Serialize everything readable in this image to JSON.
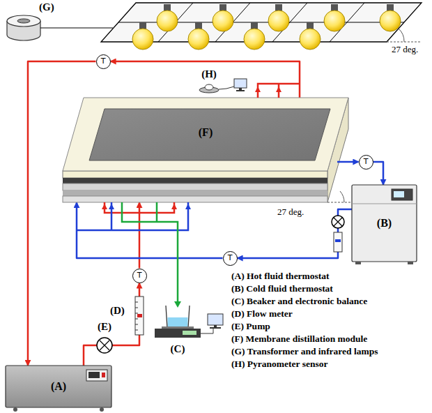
{
  "diagram": {
    "nodes": [
      {
        "text": [
          "T"
        ]
      },
      {
        "text": [
          "(F)"
        ]
      },
      {
        "text": [
          "T"
        ]
      },
      {
        "text": [
          "(B)"
        ]
      },
      {
        "text": [
          "T"
        ]
      },
      {
        "text": [
          "T"
        ]
      },
      {
        "text": [
          "(A)"
        ]
      }
    ],
    "edges": [
      {
        "from": 1,
        "to": 0,
        "arrow": "to"
      },
      {
        "from": 0,
        "to": 6,
        "arrow": "to"
      },
      {
        "from": 6,
        "to": 5,
        "arrow": "to"
      },
      {
        "from": 5,
        "to": 1,
        "arrow": "to"
      },
      {
        "from": 1,
        "to": 2,
        "arrow": "to"
      },
      {
        "from": 2,
        "to": 3,
        "arrow": "to"
      },
      {
        "from": 3,
        "to": 4,
        "arrow": "to"
      },
      {
        "from": 4,
        "to": 1,
        "arrow": "to"
      }
    ],
    "labels": [
      "(G)",
      "27 deg.",
      "(H)",
      "27 deg.",
      "(E)",
      "(D)",
      "(C)",
      "(A) Hot fluid thermostat",
      "(B) Cold fluid thermostat",
      "(C) Beaker and electronic balance",
      "(D) Flow meter",
      "(E) Pump",
      "(F) Membrane distillation module",
      "(G) Transformer and infrared lamps",
      "(H) Pyranometer sensor"
    ]
  }
}
